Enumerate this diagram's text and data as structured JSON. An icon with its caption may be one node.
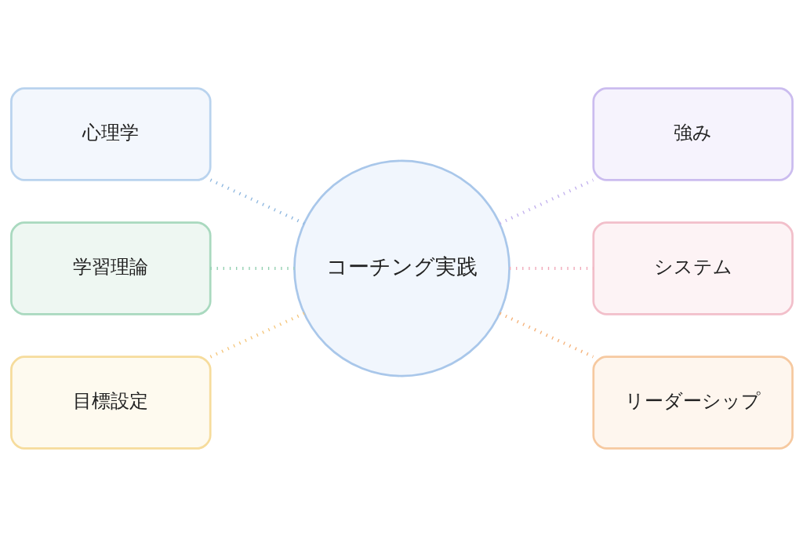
{
  "diagram": {
    "nodes": [
      {
        "text": [
          "心理学"
        ]
      },
      {
        "text": [
          "強み"
        ]
      },
      {
        "text": [
          "学習理論"
        ]
      },
      {
        "text": [
          "コーチング実践"
        ]
      },
      {
        "text": [
          "システム"
        ]
      },
      {
        "text": [
          "目標設定"
        ]
      },
      {
        "text": [
          "リーダーシップ"
        ]
      }
    ],
    "edges": [
      {
        "from": 0,
        "to": 3,
        "arrow": "none",
        "style": "dashed",
        "color": "#8fb8e0"
      },
      {
        "from": 3,
        "to": 1,
        "arrow": "none",
        "style": "dashed",
        "color": "#c3b2ee"
      },
      {
        "from": 2,
        "to": 3,
        "arrow": "none",
        "style": "dashed",
        "color": "#92cfb0"
      },
      {
        "from": 3,
        "to": 4,
        "arrow": "none",
        "style": "dashed",
        "color": "#f0a8b8"
      },
      {
        "from": 5,
        "to": 3,
        "arrow": "none",
        "style": "dashed",
        "color": "#f5c77e"
      },
      {
        "from": 3,
        "to": 6,
        "arrow": "none",
        "style": "dashed",
        "color": "#f5b27a"
      }
    ]
  }
}
